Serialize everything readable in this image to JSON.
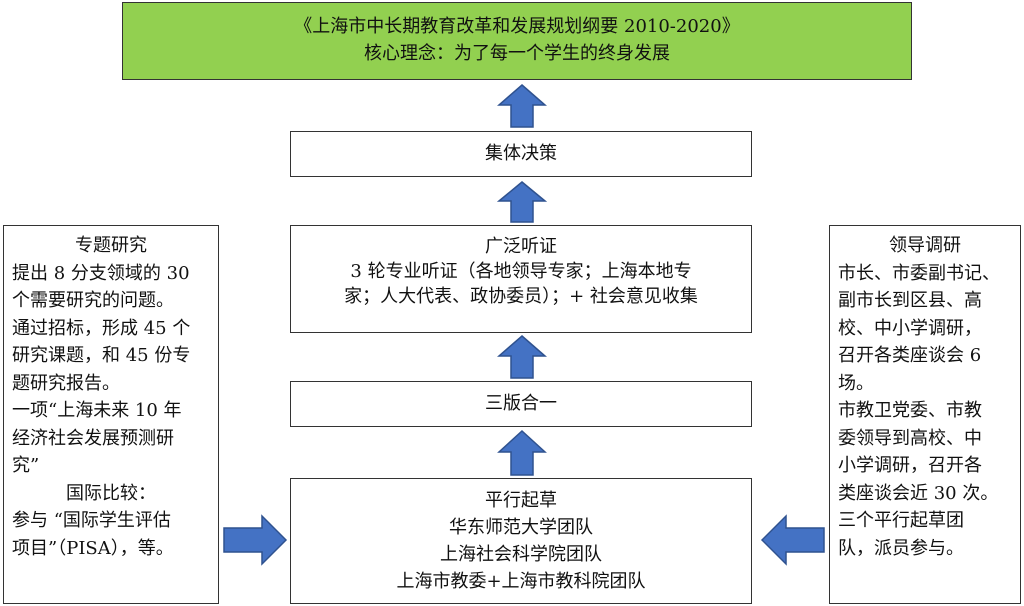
{
  "top": {
    "line1": "《上海市中长期教育改革和发展规划纲要 2010-2020》",
    "line2": "核心理念：为了每一个学生的终身发展"
  },
  "decision": {
    "label": "集体决策"
  },
  "hearing": {
    "title": "广泛听证",
    "lines": [
      "3 轮专业听证（各地领导专家；上海本地专",
      "家；人大代表、政协委员）；+ 社会意见收集"
    ]
  },
  "merge": {
    "label": "三版合一"
  },
  "draft": {
    "title": "平行起草",
    "teams": [
      "华东师范大学团队",
      "上海社会科学院团队",
      "上海市教委+上海市教科院团队"
    ]
  },
  "left": {
    "title": "专题研究",
    "lines": [
      "提出 8 分支领域的 30",
      "个需要研究的问题。",
      "通过招标，形成 45 个",
      "研究课题，和 45 份专",
      "题研究报告。",
      "一项“上海未来 10 年",
      "经济社会发展预测研",
      "究”"
    ],
    "subtitle": "国际比较：",
    "lines2": [
      "参与 “国际学生评估",
      "项目”（PISA），等。"
    ]
  },
  "right": {
    "title": "领导调研",
    "lines": [
      "市长、市委副书记、",
      "副市长到区县、高",
      "校、中小学调研，",
      "召开各类座谈会 6",
      "场。",
      "市教卫党委、市教",
      "委领导到高校、中",
      "小学调研，召开各",
      "类座谈会近 30 次。",
      "三个平行起草团",
      "队，派员参与。"
    ]
  },
  "colors": {
    "arrow": "#4472c4",
    "arrow_border": "#2f528f",
    "top_fill": "#92d050"
  }
}
